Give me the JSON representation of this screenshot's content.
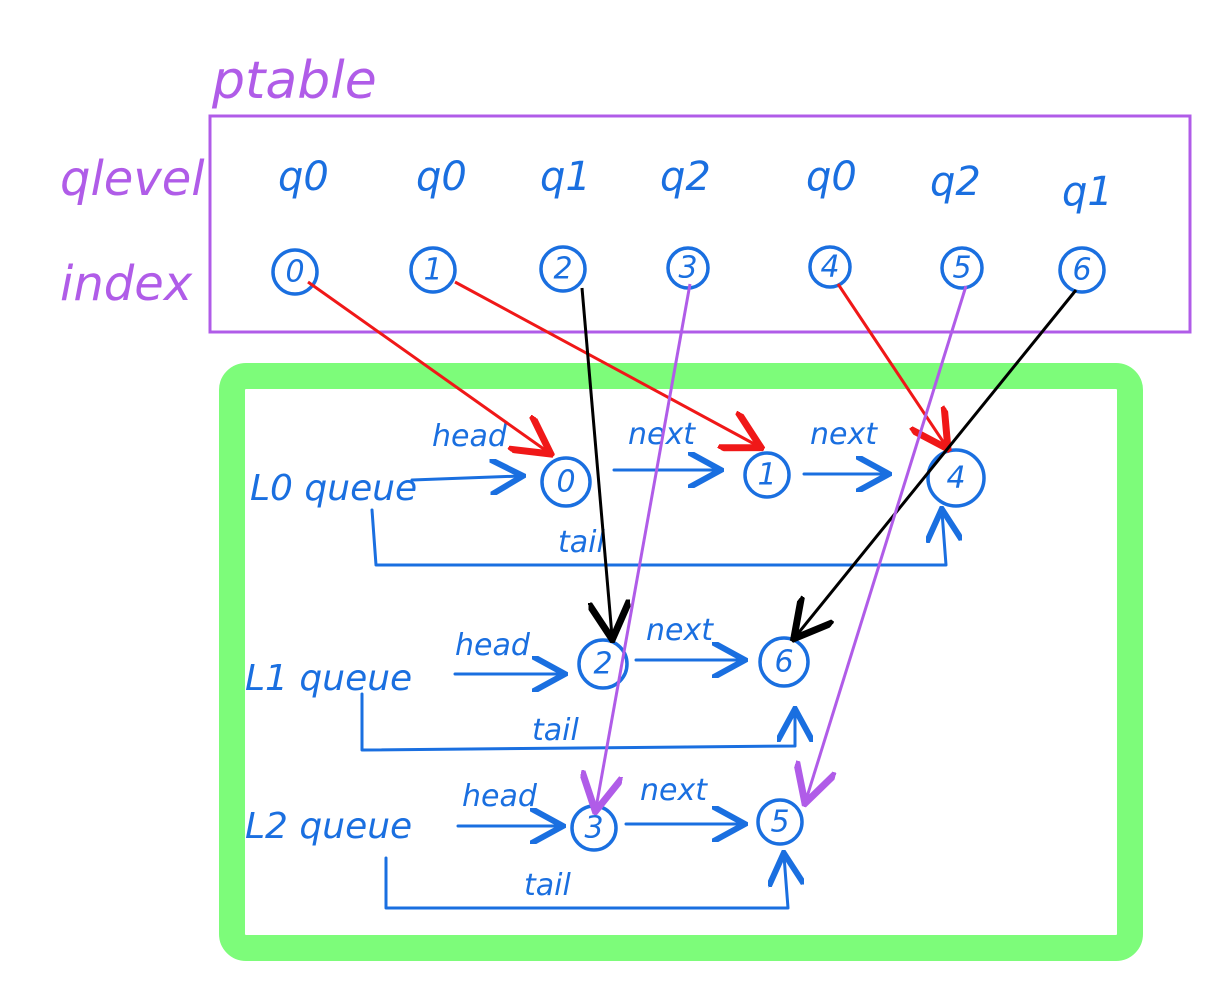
{
  "title": "ptable",
  "row_labels": {
    "qlevel": "qlevel",
    "index": "index"
  },
  "table": {
    "qlevels": [
      "q0",
      "q0",
      "q1",
      "q2",
      "q0",
      "q2",
      "q1"
    ],
    "indices": [
      "0",
      "1",
      "2",
      "3",
      "4",
      "5",
      "6"
    ]
  },
  "queues": [
    {
      "label": "L0 queue",
      "nodes": [
        "0",
        "1",
        "4"
      ],
      "head_label": "head",
      "next_label": "next",
      "tail_label": "tail"
    },
    {
      "label": "L1 queue",
      "nodes": [
        "2",
        "6"
      ],
      "head_label": "head",
      "next_label": "next",
      "tail_label": "tail"
    },
    {
      "label": "L2 queue",
      "nodes": [
        "3",
        "5"
      ],
      "head_label": "head",
      "next_label": "next",
      "tail_label": "tail"
    }
  ],
  "colors": {
    "table_border": "#b05ce8",
    "queue_box": "#7dfc7a",
    "ink_blue": "#1a6fe0",
    "pointer_red": "#f01818",
    "pointer_black": "#000000",
    "pointer_purple": "#b05ce8"
  }
}
